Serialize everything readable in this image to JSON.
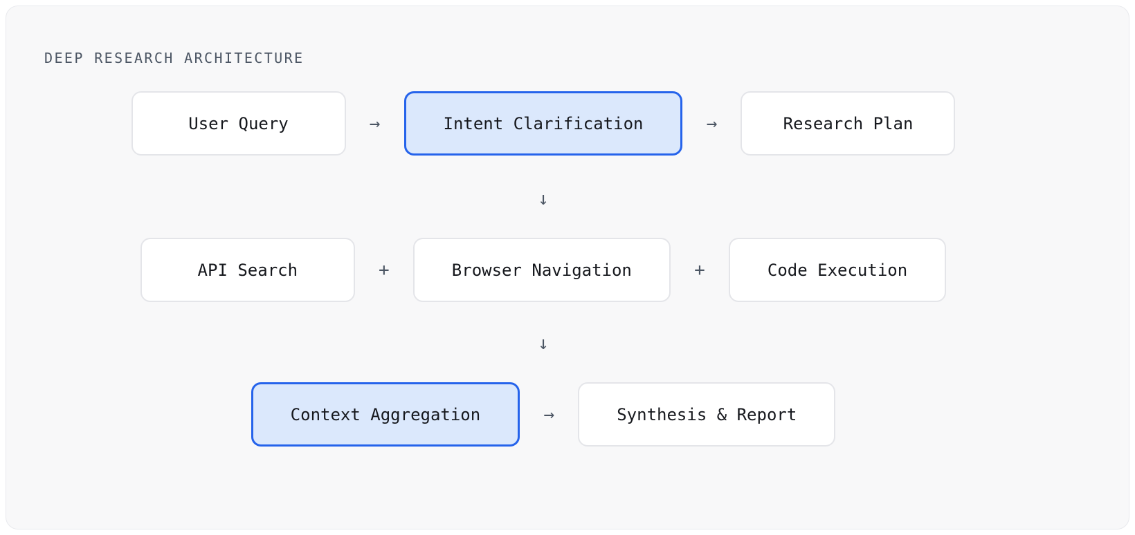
{
  "title": "DEEP RESEARCH ARCHITECTURE",
  "glyphs": {
    "right_arrow": "→",
    "down_arrow": "↓",
    "plus": "+"
  },
  "colors": {
    "panel_background": "#f8f8f9",
    "panel_border": "#e8e9ed",
    "node_background": "#ffffff",
    "node_border": "#e4e5e9",
    "node_text": "#16181d",
    "highlight_border": "#2563eb",
    "highlight_background": "#dbe8fc",
    "connector_gray": "#4b5563"
  },
  "nodes": {
    "user_query": {
      "label": "User Query",
      "highlighted": "false"
    },
    "intent_clarification": {
      "label": "Intent Clarification",
      "highlighted": "true"
    },
    "research_plan": {
      "label": "Research Plan",
      "highlighted": "false"
    },
    "api_search": {
      "label": "API Search",
      "highlighted": "false"
    },
    "browser_navigation": {
      "label": "Browser Navigation",
      "highlighted": "false"
    },
    "code_execution": {
      "label": "Code Execution",
      "highlighted": "false"
    },
    "context_aggregation": {
      "label": "Context Aggregation",
      "highlighted": "true"
    },
    "synthesis_report": {
      "label": "Synthesis & Report",
      "highlighted": "false"
    }
  }
}
